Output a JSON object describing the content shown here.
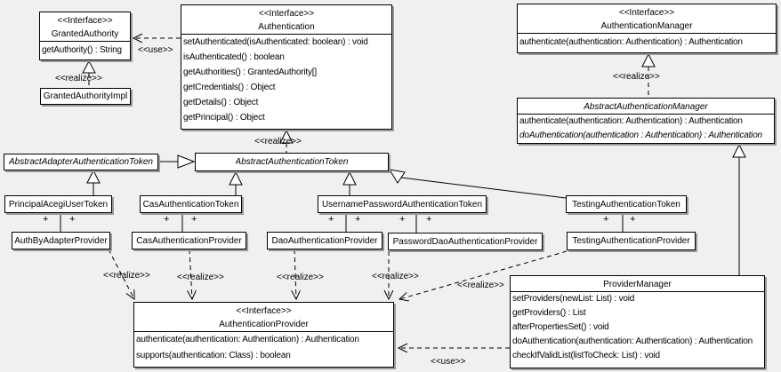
{
  "labels": {
    "use": "<<use>>",
    "realize": "<<realize>>",
    "plus": "+"
  },
  "classes": {
    "granted_authority": {
      "stereotype": "<<Interface>>",
      "name": "GrantedAuthority",
      "methods": [
        "getAuthority() : String"
      ]
    },
    "granted_authority_impl": {
      "name": "GrantedAuthorityImpl"
    },
    "authentication": {
      "stereotype": "<<Interface>>",
      "name": "Authentication",
      "methods": [
        "setAuthenticated(isAuthenticated: boolean) : void",
        "isAuthenticated() : boolean",
        "getAuthorities() : GrantedAuthority[]",
        "getCredentials() : Object",
        "getDetails() : Object",
        "getPrincipal() : Object"
      ]
    },
    "authentication_manager": {
      "stereotype": "<<Interface>>",
      "name": "AuthenticationManager",
      "methods": [
        "authenticate(authentication: Authentication) : Authentication"
      ]
    },
    "abstract_authentication_manager": {
      "name": "AbstractAuthenticationManager",
      "methods": [
        "authenticate(authentication: Authentication) : Authentication",
        "doAuthentication(authentication : Authentication) : Authentication"
      ]
    },
    "abstract_adapter_authentication_token": {
      "name": "AbstractAdapterAuthenticationToken"
    },
    "abstract_authentication_token": {
      "name": "AbstractAuthenticationToken"
    },
    "principal_acegi_user_token": {
      "name": "PrincipalAcegiUserToken"
    },
    "cas_authentication_token": {
      "name": "CasAuthenticationToken"
    },
    "username_password_authentication_token": {
      "name": "UsernamePasswordAuthenticationToken"
    },
    "testing_authentication_token": {
      "name": "TestingAuthenticationToken"
    },
    "auth_by_adapter_provider": {
      "name": "AuthByAdapterProvider"
    },
    "cas_authentication_provider": {
      "name": "CasAuthenticationProvider"
    },
    "dao_authentication_provider": {
      "name": "DaoAuthenticationProvider"
    },
    "password_dao_authentication_provider": {
      "name": "PasswordDaoAuthenticationProvider"
    },
    "testing_authentication_provider": {
      "name": "TestingAuthenticationProvider"
    },
    "authentication_provider": {
      "stereotype": "<<Interface>>",
      "name": "AuthenticationProvider",
      "methods": [
        "authenticate(authentication: Authentication) : Authentication",
        "supports(authentication: Class) : boolean"
      ]
    },
    "provider_manager": {
      "name": "ProviderManager",
      "methods": [
        "setProviders(newList: List) : void",
        "getProviders() : List",
        "afterPropertiesSet() : void",
        "doAuthentication(authentication: Authentication) : Authentication",
        "checkIfValidList(listToCheck: List) : void"
      ]
    }
  },
  "colors": {
    "background": "#f0f0f0",
    "box_fill": "#ffffff",
    "box_border": "#000000",
    "shadow": "#9a9a9a",
    "line": "#000000"
  }
}
